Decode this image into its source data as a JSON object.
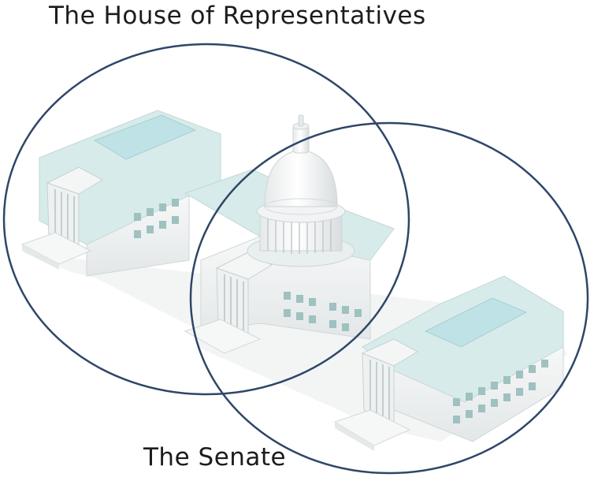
{
  "diagram": {
    "sets": [
      {
        "label": "The House of Representatives"
      },
      {
        "label": "The Senate"
      }
    ],
    "center_image": "us-capitol-building",
    "colors": {
      "circle_stroke": "#2f4668",
      "roof": "#d7ecea",
      "roof_panel": "#bfe2e6",
      "wall": "#f1f3f3",
      "wall_shade": "#dfe3e4",
      "window": "#9fc1c0",
      "column": "#ffffff"
    }
  }
}
